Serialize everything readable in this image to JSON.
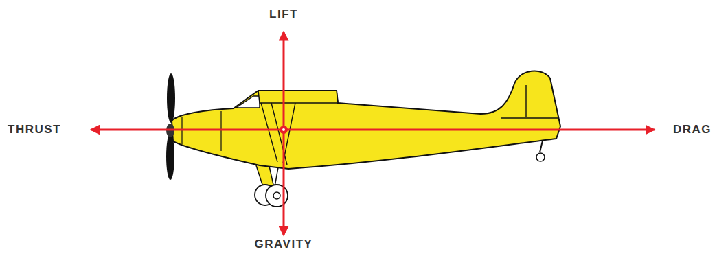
{
  "diagram": {
    "labels": [
      "LIFT",
      "THRUST",
      "DRAG",
      "GRAVITY"
    ]
  }
}
